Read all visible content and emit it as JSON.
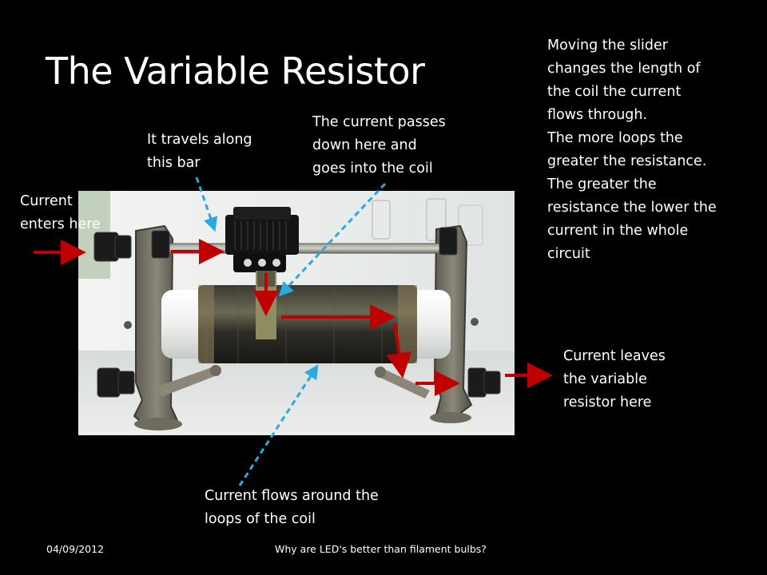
{
  "slide": {
    "title": "The Variable Resistor",
    "side_note": [
      "Moving the slider",
      "changes the length of",
      "the coil the current",
      "flows through.",
      "The more loops the",
      "greater the resistance.",
      "The greater the",
      "resistance the lower the",
      "current in the whole",
      "circuit"
    ],
    "labels": {
      "enters": [
        "Current",
        "enters here"
      ],
      "travels": [
        "It travels along",
        "this bar"
      ],
      "passes": [
        "The current passes",
        "down here and",
        "goes into the coil"
      ],
      "leaves": [
        "Current leaves",
        "the variable",
        "resistor here"
      ],
      "flows": [
        "Current flows around the",
        "loops of the coil"
      ]
    },
    "footer": {
      "date": "04/09/2012",
      "caption": "Why are LED's better than filament bulbs?"
    }
  },
  "colors": {
    "background": "#000000",
    "text": "#ffffff",
    "arrow_red": "#c00000",
    "arrow_blue": "#29a9e0"
  }
}
